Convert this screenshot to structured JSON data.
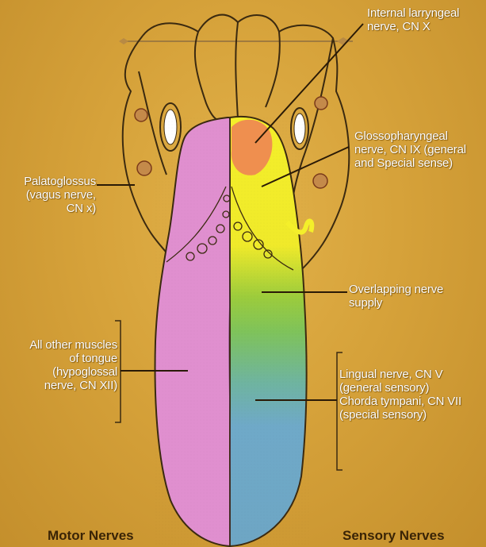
{
  "diagram": {
    "labels": {
      "internal_laryngeal": [
        "Internal larryngeal",
        "nerve, CN X"
      ],
      "glossopharyngeal": [
        "Glossopharyngeal",
        "nerve, CN IX (general",
        "and Special sense)"
      ],
      "palatoglossus": [
        "Palatoglossus",
        "(vagus nerve,",
        "CN x)"
      ],
      "overlapping": [
        "Overlapping nerve",
        "supply"
      ],
      "other_muscles": [
        "All other muscles",
        "of tongue",
        "(hypoglossal",
        "nerve, CN XII)"
      ],
      "lingual": [
        "Lingual nerve, CN V",
        "(general sensory)",
        "Chorda tympani, CN VII",
        "(special sensory)"
      ]
    },
    "footer": {
      "motor": "Motor Nerves",
      "sensory": "Sensory Nerves"
    },
    "colors": {
      "motor_region": "#e08fcf",
      "sensory_anterior": "#6fa9c8",
      "glossopharyngeal_region": "#f4ef2a",
      "laryngeal_region": "#ef8f4f",
      "overlap_region": "#8cc840",
      "outline": "#3b2a10"
    }
  }
}
